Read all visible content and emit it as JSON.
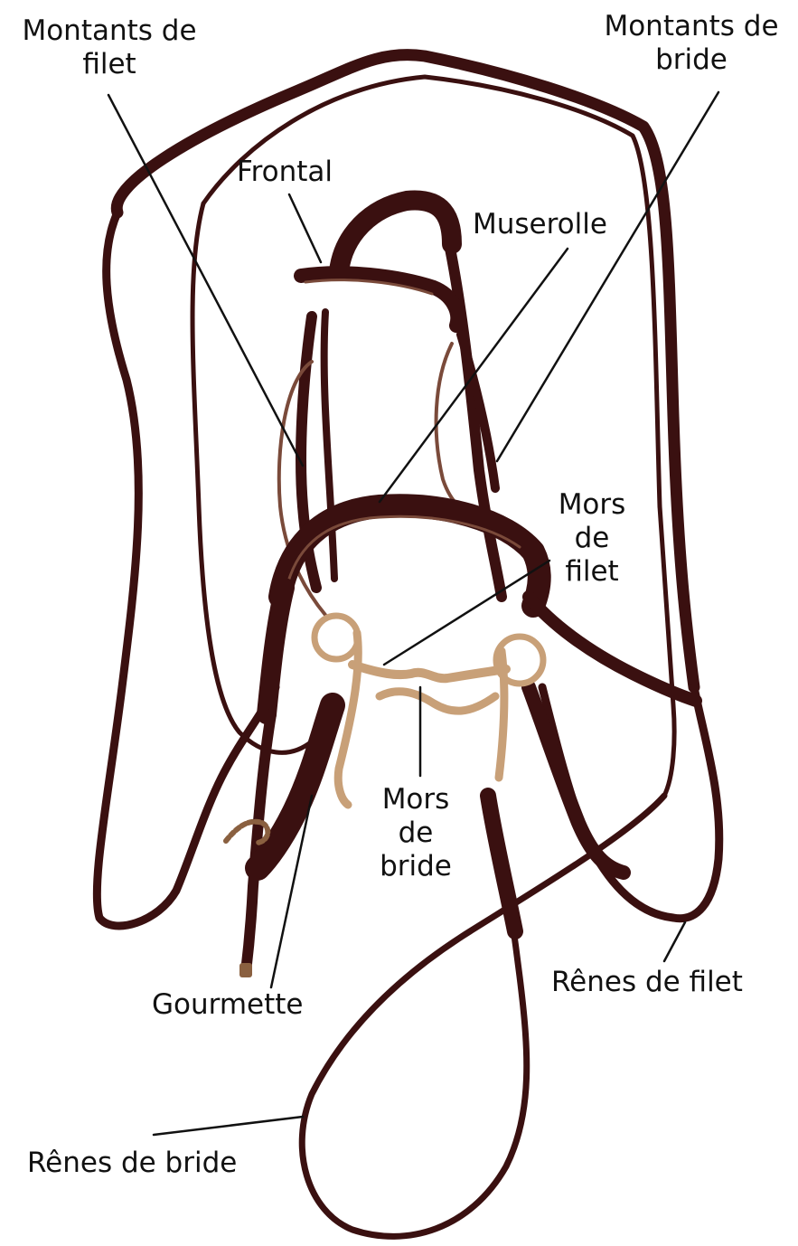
{
  "colors": {
    "leather": "#3a1010",
    "leather_dark": "#240808",
    "leather_light": "#7a4a3a",
    "metal": "#c8a078",
    "metal_dark": "#8a6040",
    "leader_line": "#111111",
    "background": "#ffffff"
  },
  "labels": {
    "montants_filet": {
      "line1": "Montants de",
      "line2": "filet"
    },
    "montants_bride": {
      "line1": "Montants de",
      "line2": "bride"
    },
    "frontal": "Frontal",
    "muserolle": "Muserolle",
    "mors_filet": {
      "line1": "Mors",
      "line2": "de",
      "line3": "filet"
    },
    "mors_bride": {
      "line1": "Mors",
      "line2": "de",
      "line3": "bride"
    },
    "gourmette": "Gourmette",
    "renes_filet": "Rênes de filet",
    "renes_bride": "Rênes de bride"
  }
}
